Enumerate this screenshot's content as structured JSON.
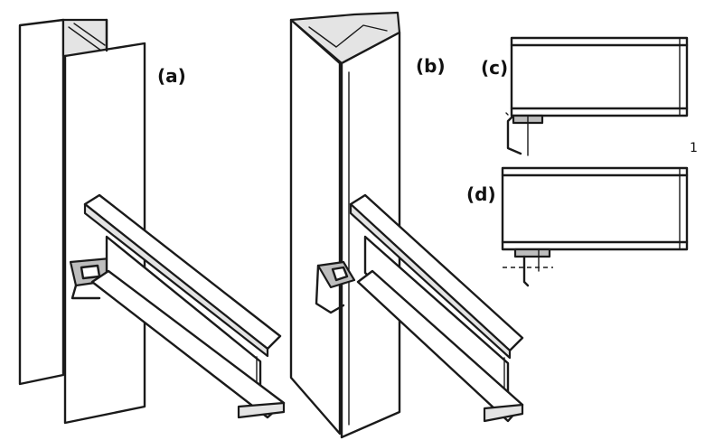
{
  "labels": {
    "a": "(a)",
    "b": "(b)",
    "c": "(c)",
    "d": "(d)",
    "side_mark": "1"
  },
  "colors": {
    "ink": "#1a1a1a",
    "paper": "#ffffff",
    "shade_light": "#e4e4e4",
    "shade_dark": "#bdbdbd"
  }
}
